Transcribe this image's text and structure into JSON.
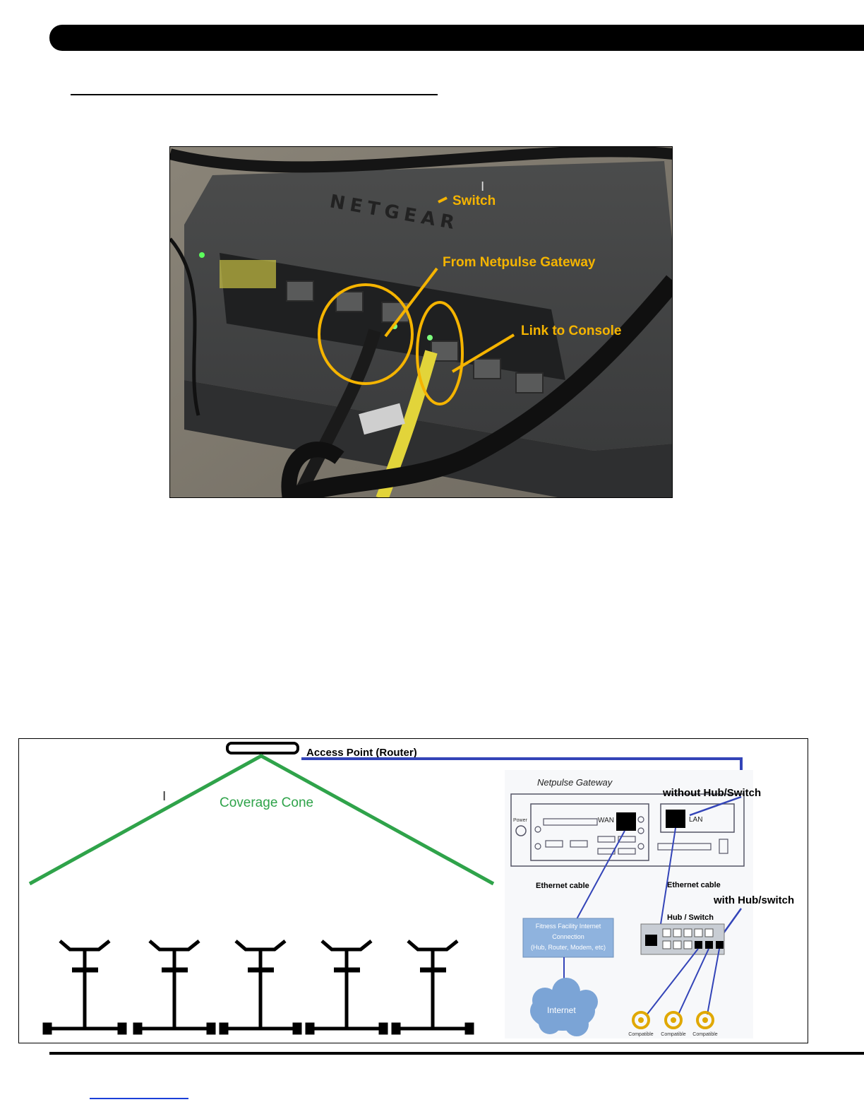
{
  "photo": {
    "brand_text": "NETGEAR",
    "labels": {
      "switch": "Switch",
      "from_gateway": "From Netpulse Gateway",
      "link_console": "Link to Console"
    },
    "annotation_color": "#f5b400"
  },
  "diagram": {
    "access_point_label": "Access Point (Router)",
    "coverage_label": "Coverage Cone",
    "gateway_title": "Netpulse Gateway",
    "power_label": "Power",
    "wan_label": "WAN",
    "lan_label": "LAN",
    "without_hub_label": "without Hub/Switch",
    "with_hub_label": "with Hub/switch",
    "ethernet_left": "Ethernet cable",
    "ethernet_right": "Ethernet cable",
    "hub_label": "Hub / Switch",
    "facility_lines": [
      "Fitness Facility Internet",
      "Connection",
      "(Hub, Router, Modem, etc)"
    ],
    "internet_label": "Internet",
    "compatible_labels": [
      "Compatible",
      "Compatible",
      "Compatible"
    ],
    "colors": {
      "cable_blue": "#3344b8",
      "cone_green": "#2fa34a",
      "facility_fill": "#8fb3de",
      "cloud_fill": "#7ba4d6",
      "logo_gold": "#e0a800"
    }
  }
}
